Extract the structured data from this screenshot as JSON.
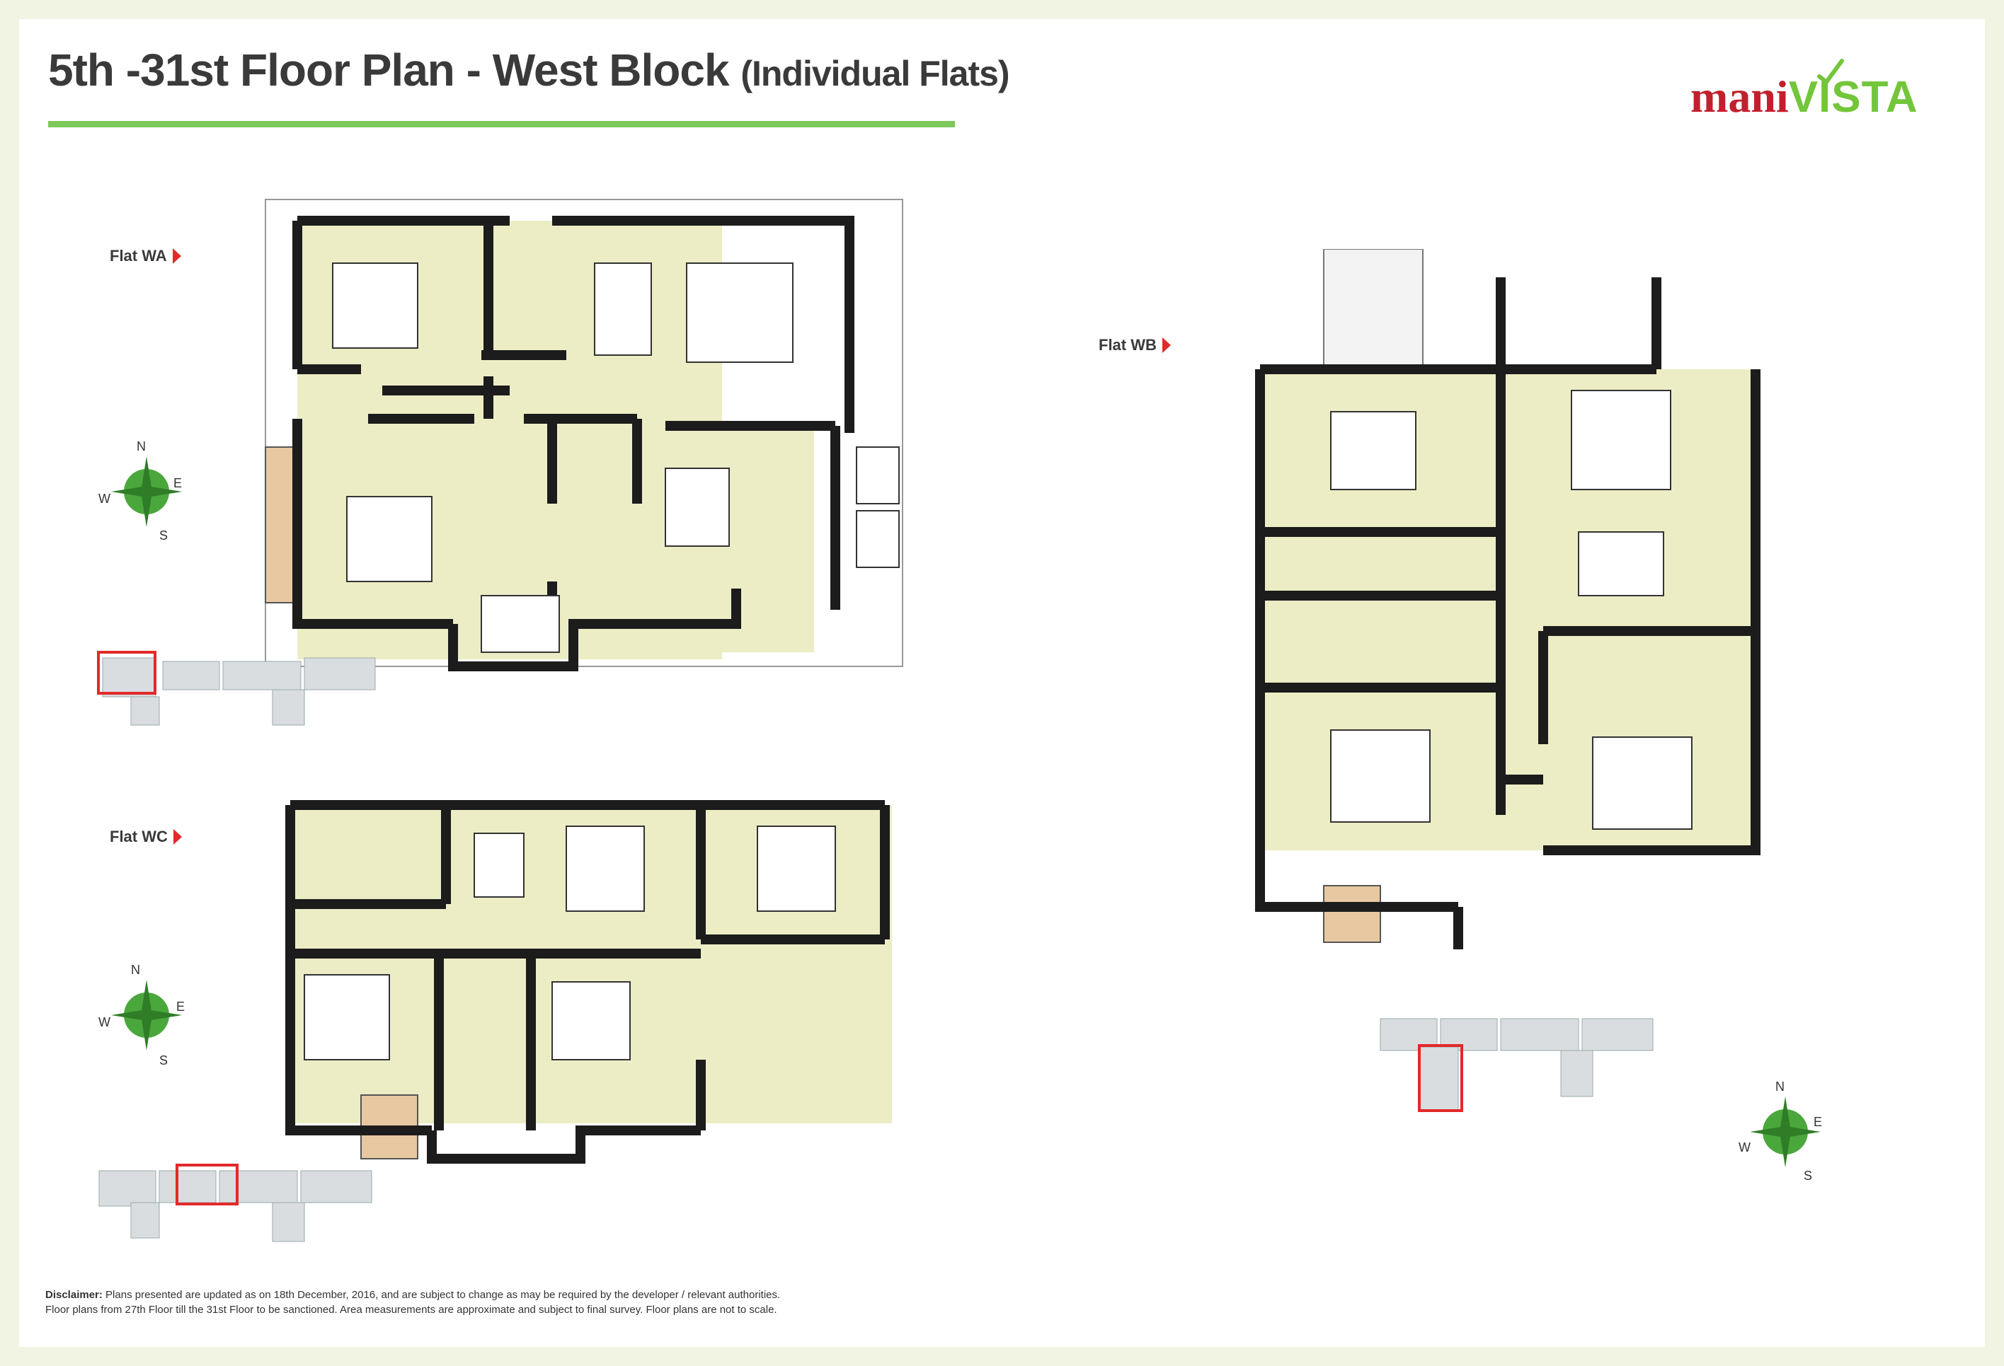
{
  "page": {
    "title_main": "5th -31st Floor Plan - West Block",
    "title_sub": "(Individual Flats)",
    "brand_first": "mani",
    "brand_second": "VISTA",
    "accent_color": "#7dc85b",
    "brand_red": "#c2202e"
  },
  "flats": [
    {
      "label": "Flat WA"
    },
    {
      "label": "Flat WB"
    },
    {
      "label": "Flat WC"
    }
  ],
  "compass": {
    "n": "N",
    "e": "E",
    "s": "S",
    "w": "W"
  },
  "disclaimer": {
    "heading": "Disclaimer:",
    "line1": "Plans presented are updated as on 18th December, 2016, and are subject to change as may be required by the developer / relevant authorities.",
    "line2": "Floor plans from 27th Floor till the 31st Floor to be sanctioned. Area measurements are approximate and subject to final survey. Floor plans are not to scale."
  },
  "colors": {
    "room_fill": "#ecedc4",
    "balcony_fill": "#e8c8a0",
    "wall": "#1c1c1c",
    "highlight": "#e32929",
    "compass_green": "#4aa73c"
  }
}
